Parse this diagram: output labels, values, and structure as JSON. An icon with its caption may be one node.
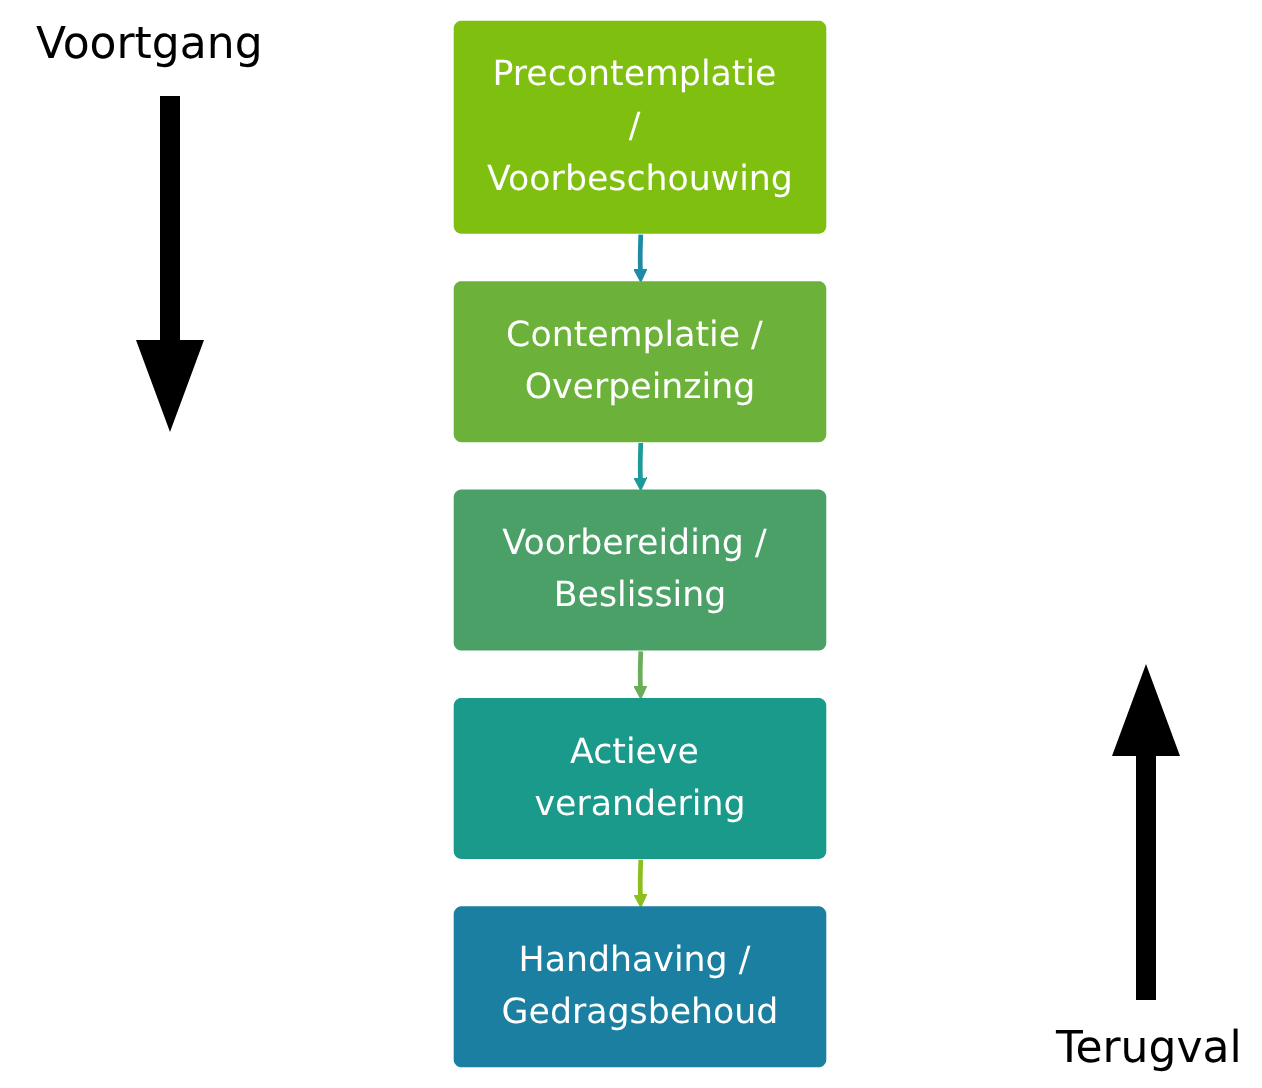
{
  "diagram": {
    "nodes": [
      {
        "text": [
          "Precontemplatie / Voorbeschouwing"
        ]
      },
      {
        "text": [
          "Contemplatie / Overpeinzing"
        ]
      },
      {
        "text": [
          "Voorbereiding / Beslissing"
        ]
      },
      {
        "text": [
          "Actieve verandering"
        ]
      },
      {
        "text": [
          "Handhaving / Gedragsbehoud"
        ]
      }
    ],
    "edges": [
      {
        "from": 0,
        "to": 1,
        "arrow": "to",
        "color": "#1f8aa6"
      },
      {
        "from": 1,
        "to": 2,
        "arrow": "to",
        "color": "#1f9a9a"
      },
      {
        "from": 2,
        "to": 3,
        "arrow": "to",
        "color": "#6aae5a"
      },
      {
        "from": 3,
        "to": 4,
        "arrow": "to",
        "color": "#8cbf1e"
      }
    ],
    "labels": [
      "Voortgang",
      "Terugval"
    ]
  }
}
